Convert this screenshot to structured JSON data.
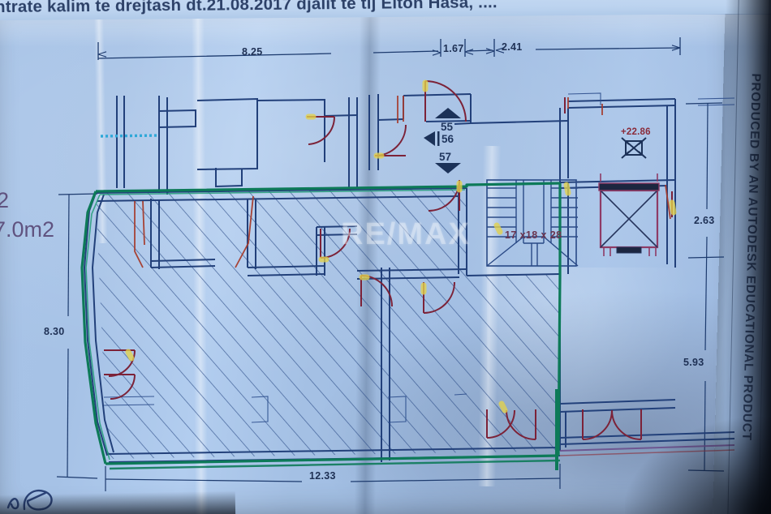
{
  "document": {
    "type": "architectural-floor-plan-photo",
    "header_text": "ntrate kalim te drejtash dt.21.08.2017 djalit te tij Elton Hasa,  ....",
    "autodesk_watermark": "PRODUCED BY AN AUTODESK EDUCATIONAL PRODUCT",
    "agency_watermark": "RE/MAX"
  },
  "dimensions": {
    "top": [
      {
        "value": "8.25"
      },
      {
        "value": "1.67"
      },
      {
        "value": "2.41"
      }
    ],
    "left": [
      {
        "value": "8.30"
      }
    ],
    "right": [
      {
        "value": "2.63"
      },
      {
        "value": "5.93"
      }
    ],
    "bottom": [
      {
        "value": "12.33"
      }
    ]
  },
  "annotations": {
    "area_line_1": "2",
    "area_line_2": "7.0m2",
    "elevation_marker": "+22.86",
    "stair_note": "17 x18 x 28",
    "room_numbers": [
      {
        "label": "55",
        "arrow": "up"
      },
      {
        "label": "56",
        "arrow": "left"
      },
      {
        "label": "57",
        "arrow": "down"
      }
    ]
  },
  "colors": {
    "paper": "#a7c3e7",
    "ink_blue": "#1f3a6e",
    "boundary_green": "#117a5c",
    "door_red": "#7c2438",
    "elevation_red": "#8a2b3a",
    "area_purple": "#5a4a78",
    "highlight_yellow": "#e8d44a",
    "shaft_magenta": "#8e3a66",
    "window_cyan": "#2fa8d8"
  }
}
